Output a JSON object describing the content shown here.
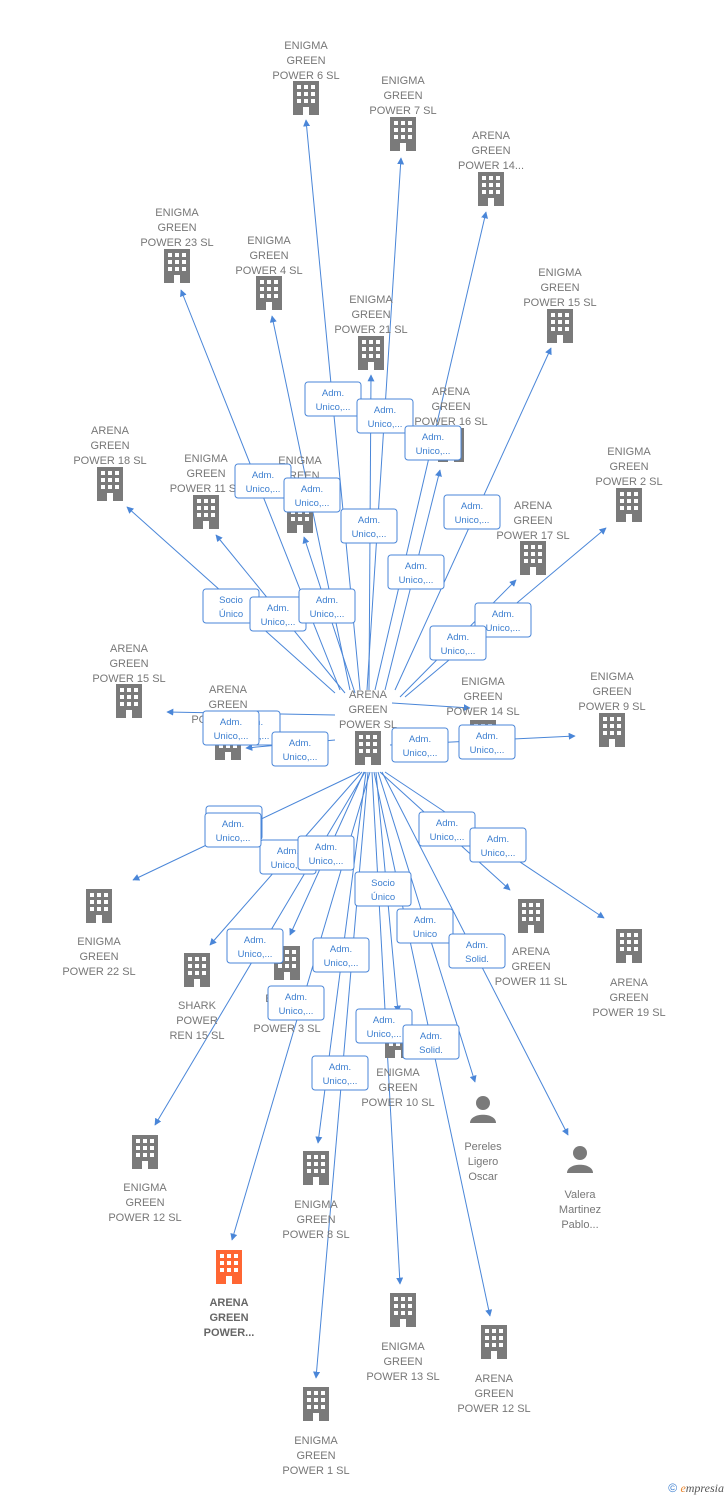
{
  "colors": {
    "edge": "#4a86d8",
    "company_icon": "#7a7a7a",
    "highlight_icon": "#ff6633",
    "person_icon": "#7a7a7a"
  },
  "center": {
    "id": "center",
    "lines": [
      "ARENA",
      "GREEN",
      "POWER  SL"
    ]
  },
  "nodes": [
    {
      "id": "eg6",
      "type": "company",
      "lines": [
        "ENIGMA",
        "GREEN",
        "POWER 6  SL"
      ]
    },
    {
      "id": "eg7",
      "type": "company",
      "lines": [
        "ENIGMA",
        "GREEN",
        "POWER 7  SL"
      ]
    },
    {
      "id": "ag14",
      "type": "company",
      "lines": [
        "ARENA",
        "GREEN",
        "POWER 14..."
      ]
    },
    {
      "id": "eg23",
      "type": "company",
      "lines": [
        "ENIGMA",
        "GREEN",
        "POWER 23  SL"
      ]
    },
    {
      "id": "eg4",
      "type": "company",
      "lines": [
        "ENIGMA",
        "GREEN",
        "POWER 4  SL"
      ]
    },
    {
      "id": "eg15",
      "type": "company",
      "lines": [
        "ENIGMA",
        "GREEN",
        "POWER 15  SL"
      ]
    },
    {
      "id": "eg21",
      "type": "company",
      "lines": [
        "ENIGMA",
        "GREEN",
        "POWER 21  SL"
      ]
    },
    {
      "id": "ag16",
      "type": "company",
      "lines": [
        "ARENA",
        "GREEN",
        "POWER 16  SL"
      ]
    },
    {
      "id": "ag18",
      "type": "company",
      "lines": [
        "ARENA",
        "GREEN",
        "POWER 18  SL"
      ]
    },
    {
      "id": "eg11",
      "type": "company",
      "lines": [
        "ENIGMA",
        "GREEN",
        "POWER 11  SL"
      ]
    },
    {
      "id": "egX",
      "type": "company",
      "lines": [
        "ENIGMA",
        "GREEN"
      ]
    },
    {
      "id": "eg2",
      "type": "company",
      "lines": [
        "ENIGMA",
        "GREEN",
        "POWER 2  SL"
      ]
    },
    {
      "id": "ag17",
      "type": "company",
      "lines": [
        "ARENA",
        "GREEN",
        "POWER 17  SL"
      ]
    },
    {
      "id": "ag15",
      "type": "company",
      "lines": [
        "ARENA",
        "GREEN",
        "POWER 15  SL"
      ]
    },
    {
      "id": "ag13",
      "type": "company",
      "lines": [
        "ARENA",
        "GREEN",
        "POWER 13  SL"
      ]
    },
    {
      "id": "eg14",
      "type": "company",
      "lines": [
        "ENIGMA",
        "GREEN",
        "POWER 14  SL"
      ]
    },
    {
      "id": "eg9",
      "type": "company",
      "lines": [
        "ENIGMA",
        "GREEN",
        "POWER 9  SL"
      ]
    },
    {
      "id": "eg22",
      "type": "company",
      "lines": [
        "ENIGMA",
        "GREEN",
        "POWER 22  SL"
      ]
    },
    {
      "id": "shark",
      "type": "company",
      "lines": [
        "SHARK",
        "POWER",
        "REN 15  SL"
      ]
    },
    {
      "id": "eg3",
      "type": "company",
      "lines": [
        "ENIGMA",
        "GREEN",
        "POWER 3  SL"
      ]
    },
    {
      "id": "ag11",
      "type": "company",
      "lines": [
        "ARENA",
        "GREEN",
        "POWER 11  SL"
      ]
    },
    {
      "id": "ag19",
      "type": "company",
      "lines": [
        "ARENA",
        "GREEN",
        "POWER 19  SL"
      ]
    },
    {
      "id": "eg10",
      "type": "company",
      "lines": [
        "ENIGMA",
        "GREEN",
        "POWER 10  SL"
      ]
    },
    {
      "id": "pereles",
      "type": "person",
      "lines": [
        "Pereles",
        "Ligero",
        "Oscar"
      ]
    },
    {
      "id": "valera",
      "type": "person",
      "lines": [
        "Valera",
        "Martinez",
        "Pablo..."
      ]
    },
    {
      "id": "eg12",
      "type": "company",
      "lines": [
        "ENIGMA",
        "GREEN",
        "POWER 12  SL"
      ]
    },
    {
      "id": "eg8",
      "type": "company",
      "lines": [
        "ENIGMA",
        "GREEN",
        "POWER 8  SL"
      ]
    },
    {
      "id": "agHL",
      "type": "company",
      "highlight": true,
      "lines": [
        "ARENA",
        "GREEN",
        "POWER..."
      ]
    },
    {
      "id": "eg13",
      "type": "company",
      "lines": [
        "ENIGMA",
        "GREEN",
        "POWER 13  SL"
      ]
    },
    {
      "id": "ag12",
      "type": "company",
      "lines": [
        "ARENA",
        "GREEN",
        "POWER 12  SL"
      ]
    },
    {
      "id": "eg1",
      "type": "company",
      "lines": [
        "ENIGMA",
        "GREEN",
        "POWER 1  SL"
      ]
    }
  ],
  "relations": [
    {
      "lines": [
        "Adm.",
        "Unico,..."
      ]
    },
    {
      "lines": [
        "Adm.",
        "Unico,..."
      ]
    },
    {
      "lines": [
        "Adm.",
        "Unico,..."
      ]
    },
    {
      "lines": [
        "Adm.",
        "Unico,..."
      ]
    },
    {
      "lines": [
        "Adm.",
        "Unico,..."
      ]
    },
    {
      "lines": [
        "Adm.",
        "Unico,..."
      ]
    },
    {
      "lines": [
        "Adm.",
        "Unico,..."
      ]
    },
    {
      "lines": [
        "Adm.",
        "Unico,..."
      ]
    },
    {
      "lines": [
        "Socio",
        "Único"
      ]
    },
    {
      "lines": [
        "Adm.",
        "Unico,..."
      ]
    },
    {
      "lines": [
        "Adm.",
        "Unico,..."
      ]
    },
    {
      "lines": [
        "Adm.",
        "Unico,..."
      ]
    },
    {
      "lines": [
        "Adm.",
        "Unico,..."
      ]
    },
    {
      "lines": [
        "Adm.",
        "Unico,..."
      ]
    },
    {
      "lines": [
        "Adm.",
        "Unico,..."
      ]
    },
    {
      "lines": [
        "Adm.",
        "Unico,..."
      ]
    },
    {
      "lines": [
        "Adm.",
        "Unico,..."
      ]
    },
    {
      "lines": [
        "Adm.",
        "Unico,..."
      ]
    },
    {
      "lines": [
        "Adm.",
        "Unico,..."
      ]
    },
    {
      "lines": [
        "Adm.",
        "Unico,..."
      ]
    },
    {
      "lines": [
        "Socio",
        "Único"
      ]
    },
    {
      "lines": [
        "Adm.",
        "Unico"
      ]
    },
    {
      "lines": [
        "Adm.",
        "Unico,..."
      ]
    },
    {
      "lines": [
        "Adm.",
        "Unico,..."
      ]
    },
    {
      "lines": [
        "Adm.",
        "Solid."
      ]
    },
    {
      "lines": [
        "Adm.",
        "Unico,..."
      ]
    },
    {
      "lines": [
        "Adm.",
        "Unico,..."
      ]
    },
    {
      "lines": [
        "Adm.",
        "Solid."
      ]
    },
    {
      "lines": [
        "Adm.",
        "Unico,..."
      ]
    },
    {
      "lines": [
        "Adm.",
        "Unico,..."
      ]
    },
    {
      "lines": [
        "Adm.",
        "Unico,..."
      ]
    },
    {
      "lines": [
        "Adm.",
        "Unico,..."
      ]
    },
    {
      "lines": [
        "Adm.",
        "Unico,..."
      ]
    }
  ],
  "footer": {
    "copyright": "©",
    "brand_initial": "e",
    "brand_rest": "mpresia"
  }
}
